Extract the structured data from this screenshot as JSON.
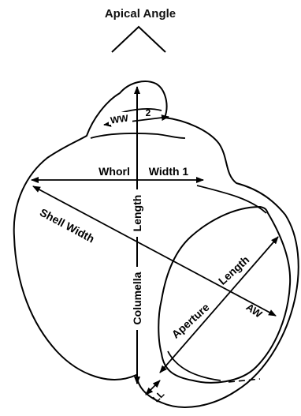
{
  "diagram": {
    "title": "Apical Angle",
    "labels": {
      "whorl_width_2_abbr": "WW",
      "whorl_width_2_num": "2",
      "whorl_width_1_left": "Whorl",
      "whorl_width_1_right": "Width 1",
      "shell_width": "Shell Width",
      "length": "Length",
      "columella": "Columella",
      "aperture": "Aperture",
      "aperture_length": "Length",
      "aperture_width": "AW",
      "lip_length": "LL"
    }
  }
}
